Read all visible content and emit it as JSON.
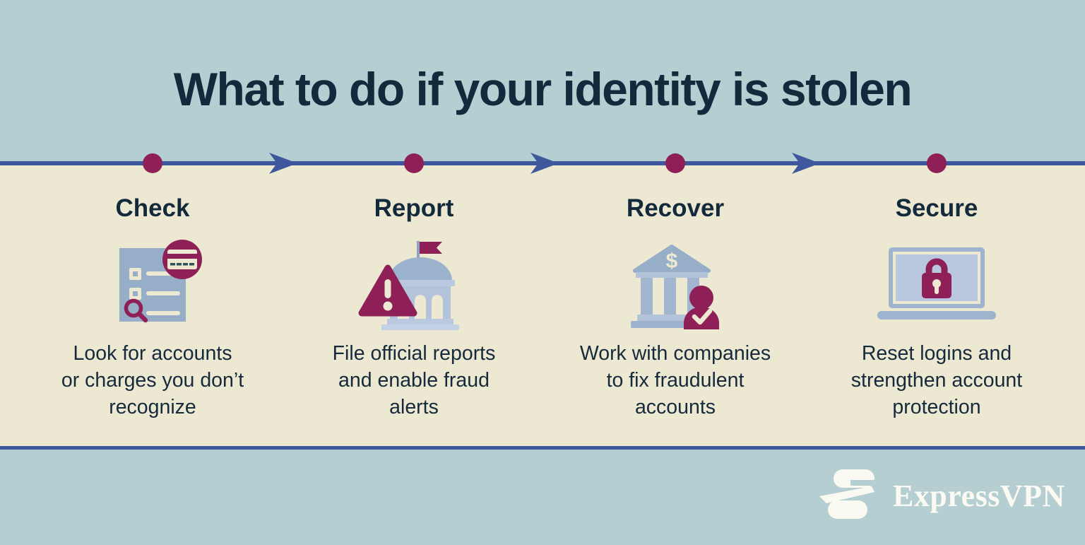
{
  "title": "What to do if your identity is stolen",
  "timeline": {
    "dot_icon": "timeline-dot",
    "arrow_icon": "arrow-right-icon",
    "dot_color": "#8E2057",
    "line_color": "#3F579C"
  },
  "steps": [
    {
      "label": "Check",
      "icon": "document-search-icon",
      "description": "Look for accounts\nor charges you don’t\nrecognize"
    },
    {
      "label": "Report",
      "icon": "government-building-warning-icon",
      "description": "File official reports\nand enable fraud\nalerts"
    },
    {
      "label": "Recover",
      "icon": "bank-person-check-icon",
      "bank_dollar_sign": "$",
      "description": "Work with companies\nto fix fraudulent\naccounts"
    },
    {
      "label": "Secure",
      "icon": "laptop-padlock-icon",
      "description": "Reset logins and\nstrengthen account\nprotection"
    }
  ],
  "brand": {
    "name": "ExpressVPN",
    "logo_icon": "expressvpn-logo-icon"
  },
  "colors": {
    "band_blue": "#B5CED2",
    "band_cream": "#EDE8D1",
    "divider_navy": "#3F579C",
    "heading_navy": "#13293C",
    "accent_maroon": "#8E2057",
    "icon_steel_blue": "#97AEC9",
    "icon_light_blue": "#B9C8DF",
    "card_dash_teal": "#2D5560",
    "logo_white": "#FAFAF2"
  }
}
